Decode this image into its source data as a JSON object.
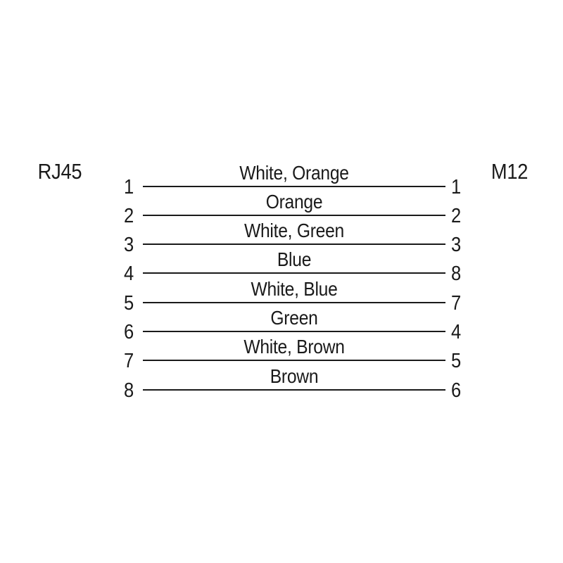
{
  "diagram": {
    "left_connector": "RJ45",
    "right_connector": "M12",
    "wires": [
      {
        "left_pin": "1",
        "label": "White, Orange",
        "right_pin": "1"
      },
      {
        "left_pin": "2",
        "label": "Orange",
        "right_pin": "2"
      },
      {
        "left_pin": "3",
        "label": "White, Green",
        "right_pin": "3"
      },
      {
        "left_pin": "4",
        "label": "Blue",
        "right_pin": "8"
      },
      {
        "left_pin": "5",
        "label": "White, Blue",
        "right_pin": "7"
      },
      {
        "left_pin": "6",
        "label": "Green",
        "right_pin": "4"
      },
      {
        "left_pin": "7",
        "label": "White, Brown",
        "right_pin": "5"
      },
      {
        "left_pin": "8",
        "label": "Brown",
        "right_pin": "6"
      }
    ]
  },
  "colors": {
    "ink": "#1a1a1a",
    "background": "#ffffff"
  }
}
